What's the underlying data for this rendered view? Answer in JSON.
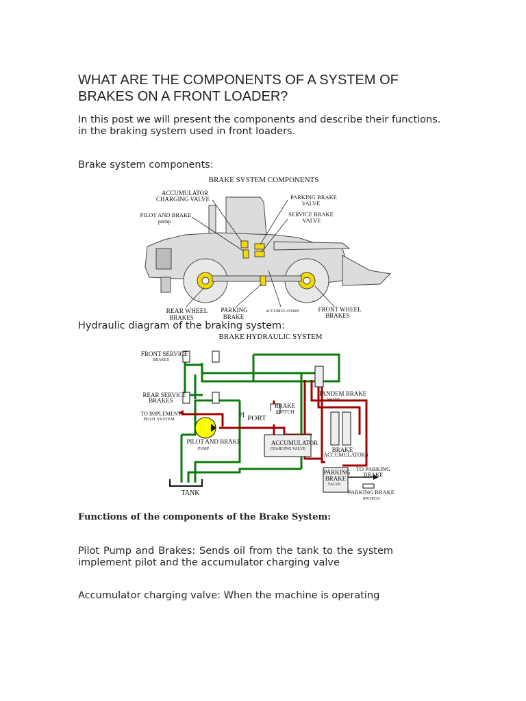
{
  "article": {
    "title": "WHAT ARE THE COMPONENTS OF A SYSTEM OF BRAKES ON A FRONT LOADER?",
    "intro": "In this post we will present the components and describe their functions. in the braking system used in front loaders.",
    "components_heading": "Brake system components:",
    "hydraulic_heading": "Hydraulic diagram of the braking system:",
    "functions_heading": "Functions of the components of the Brake System:",
    "pilot_pump_text": "Pilot Pump and Brakes: Sends oil from the tank to the system implement pilot and the accumulator charging valve",
    "accumulator_text": "Accumulator charging valve: When the machine is operating"
  },
  "figure1": {
    "title": "BRAKE SYSTEM COMPONENTS",
    "accumulator_charging_valve_1": "ACCUMULATOR",
    "accumulator_charging_valve_2": "CHARGING VALVE",
    "pilot_and_brake": "PILOT AND BRAKE",
    "pump": "pump",
    "parking_brake_valve_1": "PARKING BRAKE",
    "parking_brake_valve_2": "VALVE",
    "service_brake_valve_1": "SERVICE BRAKE",
    "service_brake_valve_2": "VALVE",
    "rear_wheel_1": "REAR WHEEL",
    "rear_wheel_2": "BRAKES",
    "parking_brake_1": "PARKING",
    "parking_brake_2": "BRAKE",
    "accumulators": "ACCUMULATORS",
    "front_wheel_1": "FRONT WHEEL",
    "front_wheel_2": "BRAKES"
  },
  "figure2": {
    "title": "BRAKE HYDRAULIC SYSTEM",
    "front_service_1": "FRONT SERVICE",
    "front_service_2": "BRAKES",
    "rear_service_1": "REAR SERVICE",
    "rear_service_2": "BRAKES",
    "to_implement_1": "TO IMPLEMENT",
    "to_implement_2": "PILOT SYSTEM",
    "pi": "PI",
    "port": "PORT",
    "brake_switch_1": "BRAKE",
    "brake_switch_2": "SWITCH",
    "tandem_brake_1": "TANDEM BRAKE",
    "tandem_brake_2": "VALVE",
    "pilot_and_brake_1": "PILOT AND BRAKE",
    "pilot_and_brake_2": "PUMP",
    "accumulator_1": "ACCUMULATOR",
    "accumulator_2": "CHARGING VALVE",
    "brake_acc_1": "BRAKE",
    "brake_acc_2": "ACCUMULATORS",
    "to_parking_1": "TO PARKING",
    "to_parking_2": "BRAKE",
    "parking_brake_1": "PARKING",
    "parking_brake_2": "BRAKE",
    "parking_brake_3": "VALVE",
    "parking_switch_1": "PARKING BRAKE",
    "parking_switch_2": "SWITCH",
    "tank": "TANK"
  }
}
